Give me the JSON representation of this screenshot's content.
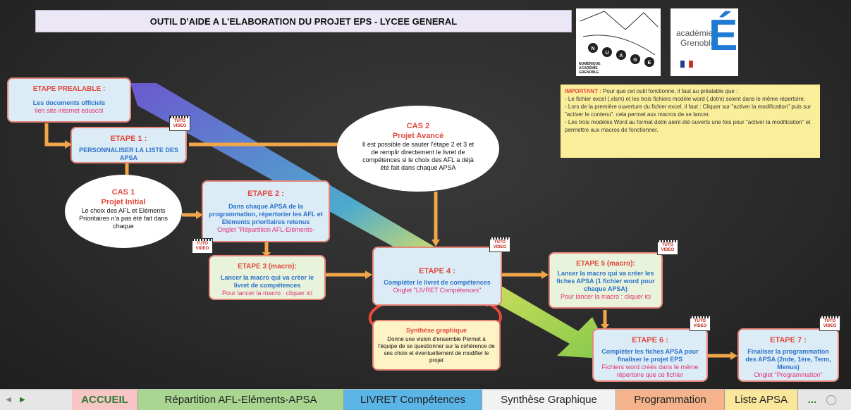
{
  "title": "OUTIL D'AIDE A L'ELABORATION DU PROJET EPS - LYCEE GENERAL",
  "logos": {
    "nuage": {
      "letters": [
        "N",
        "U",
        "A",
        "G",
        "E"
      ],
      "caption": [
        "NUMÉRIQUE",
        "ACADÉMIE",
        "GRENOBLE"
      ]
    },
    "academie": {
      "text1": "académie",
      "text2": "Grenoble",
      "letter": "É"
    }
  },
  "important": {
    "lead": "IMPORTANT :",
    "lead_rest": " Pour que cet outil fonctionne, il faut au préalable que :",
    "lines": [
      "- Le fichier excel (.xlsm) et les trois fichiers modèle word (.dotm) soient dans le même répertoire.",
      "- Lors de la première ouverture du fichier excel, il faut : Cliquer sur \"activer la modification\" puis sur \"activer le contenu\". cela permet aux macros de se lancer.",
      "- Les trois modèles Word au format dotm aient été ouverts une fois pour \"activer la modification\" et permettre aux macros de fonctionner."
    ]
  },
  "tuto_label": [
    "TUTO",
    "VIDEO"
  ],
  "etape_prealable": {
    "title": "ETAPE PREALABLE :",
    "line1": "Les documents officiels",
    "link": "lien site internet eduscol"
  },
  "etape1": {
    "title": "ETAPE 1 :",
    "text": "PERSONNALISER LA LISTE DES APSA"
  },
  "cas1": {
    "title": "CAS 1",
    "subtitle": "Projet Initial",
    "text": "Le choix des AFL et Eléments Prioritaires n'a pas été fait dans chaque"
  },
  "cas2": {
    "title": "CAS 2",
    "subtitle": "Projet Avancé",
    "text": "Il est possible de sauter l'étape 2 et 3 et de remplir directement le livret de compétences si le choix des AFL a déjà été fait dans chaque APSA"
  },
  "etape2": {
    "title": "ETAPE 2 :",
    "text": "Dans chaque APSA de la programmation, répertorier les AFL et Eléments prioritaires retenus",
    "onglet": "Onglet \"Répartition AFL-Eléments-"
  },
  "etape3": {
    "title": "ETAPE 3  (macro):",
    "text": "Lancer la macro qui va créer le livret de compétences",
    "link": "Pour lancer la macro : cliquer ici"
  },
  "etape4": {
    "title": "ETAPE 4 :",
    "text": "Compléter le livret de compétences",
    "onglet": "Onglet \"LIVRET Compétences\""
  },
  "synthese": {
    "title": "Synthèse graphique",
    "text": "Donne une vision d'ensemble Permet à l'équipe de se questionner sur la cohérence de ses choix et éventuellement de modifier le projet"
  },
  "etape5": {
    "title": "ETAPE 5  (macro):",
    "text": "Lancer la macro qui va créer les fiches APSA (1 fichier word pour chaque APSA)",
    "link": "Pour lancer la macro : cliquer ici"
  },
  "etape6": {
    "title": "ETAPE 6 :",
    "text": "Compléter les fiches APSA pour finaliser le projet EPS",
    "note": "Fichiers word créés dans le même répertoire que ce fichier"
  },
  "etape7": {
    "title": "ETAPE 7 :",
    "text": "Finaliser la programmation des APSA  (2nde, 1ère, Term, Menus)",
    "onglet": "Onglet \"Programmation\""
  },
  "tabs": [
    {
      "label": "ACCUEIL",
      "color": "#f7c6c4",
      "text_color": "#2e7d32",
      "active": true
    },
    {
      "label": "Répartition AFL-Eléments-APSA",
      "color": "#a8d58f"
    },
    {
      "label": "LIVRET Compétences",
      "color": "#5ab4e6"
    },
    {
      "label": "Synthèse Graphique",
      "color": "#f2f2f2"
    },
    {
      "label": "Programmation",
      "color": "#f5b38d"
    },
    {
      "label": "Liste APSA",
      "color": "#fbe79b"
    }
  ],
  "tab_more": "..."
}
